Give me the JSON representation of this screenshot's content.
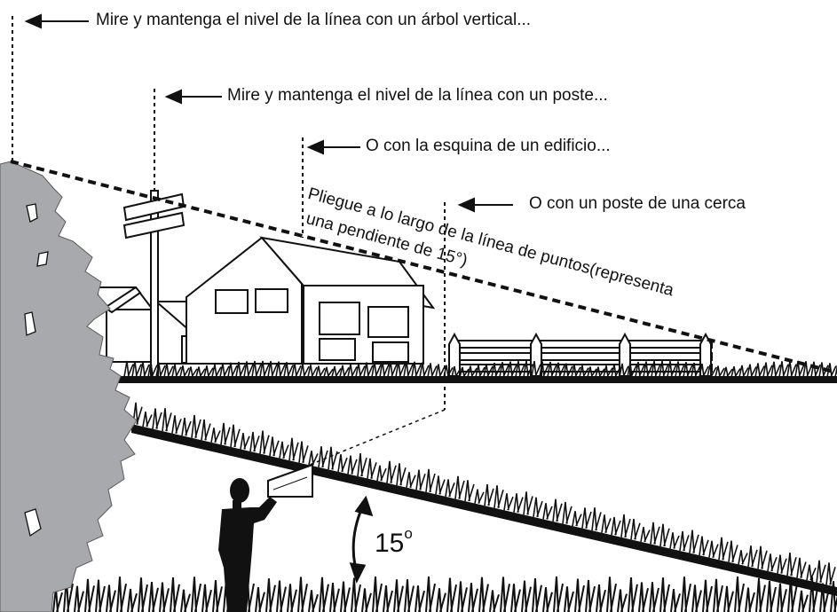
{
  "callouts": {
    "tree": "Mire y mantenga el nivel de la línea con un árbol vertical...",
    "pole": "Mire y mantenga el nivel de la línea con un poste...",
    "building": "O con la esquina de un edificio...",
    "fence": "O con un poste de una cerca"
  },
  "fold_line": {
    "line1": "Pliegue a lo largo de la línea de puntos(representa",
    "line2": "una pendiente de 15°)"
  },
  "angle": {
    "value": "15",
    "unit": "o"
  },
  "colors": {
    "tree": "#a7a9ac",
    "ink": "#111111",
    "background": "#ffffff"
  }
}
